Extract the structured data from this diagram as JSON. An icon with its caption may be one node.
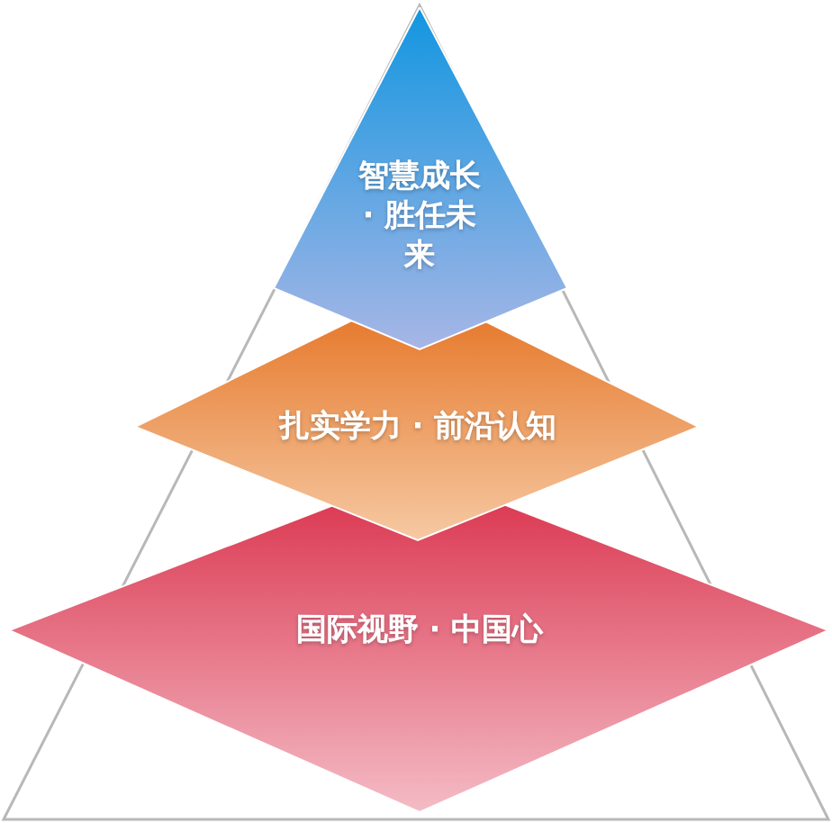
{
  "diagram": {
    "nodes": [
      {
        "text": [
          "智慧成长 · 胜任未来"
        ]
      },
      {
        "text": [
          "扎实学力 · 前沿认知"
        ]
      },
      {
        "text": [
          "国际视野 · 中国心"
        ]
      }
    ]
  }
}
